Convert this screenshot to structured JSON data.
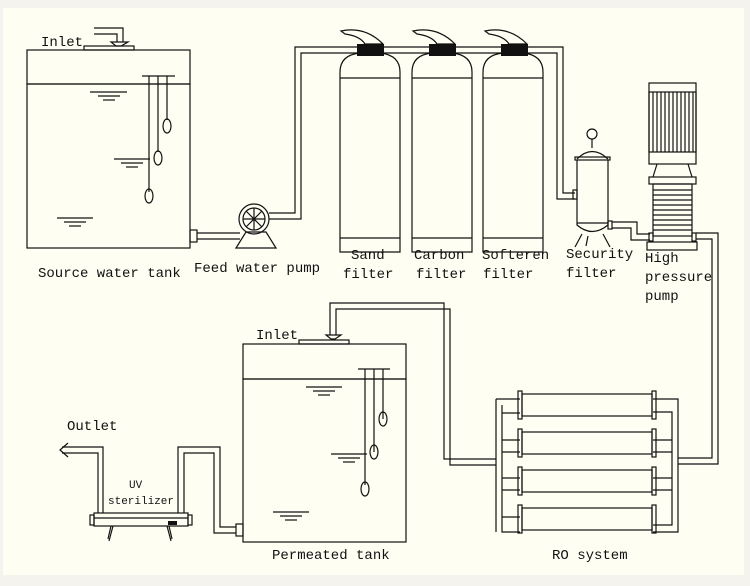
{
  "title": "RO water treatment process flow",
  "colors": {
    "background": "#fffef3",
    "water": "#0099e0",
    "filter": "#b5e31f",
    "line": "#111111"
  },
  "components": {
    "source_tank": {
      "label": "Source water tank",
      "inlet_label": "Inlet"
    },
    "feed_pump": {
      "label": "Feed water pump"
    },
    "sand_filter": {
      "line1": "Sand",
      "line2": "filter"
    },
    "carbon_filter": {
      "line1": "Carbon",
      "line2": "filter"
    },
    "softener_filter": {
      "line1": "Softeren",
      "line2": "filter"
    },
    "security_filter": {
      "line1": "Security",
      "line2": "filter"
    },
    "high_pressure_pump": {
      "line1": "High",
      "line2": "pressure",
      "line3": "pump"
    },
    "ro_system": {
      "label": "RO system"
    },
    "permeated_tank": {
      "label": "Permeated tank",
      "inlet_label": "Inlet"
    },
    "uv_sterilizer": {
      "line1": "UV",
      "line2": "sterilizer"
    },
    "outlet": {
      "label": "Outlet"
    }
  }
}
